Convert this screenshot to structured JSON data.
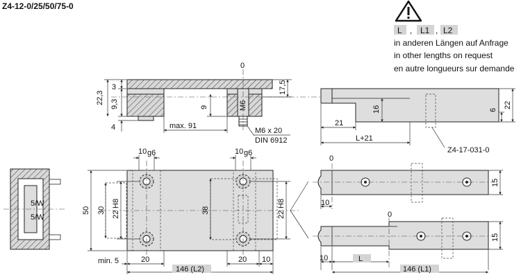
{
  "title": "Z4-12-0/25/50/75-0",
  "warning": {
    "icon": "warning-triangle-icon",
    "tags": [
      "L",
      "L1",
      "L2"
    ],
    "separators": [
      ",",
      ","
    ],
    "lines": [
      "in anderen Längen auf Anfrage",
      "in other lengths on request",
      "en autre longueurs sur demande"
    ]
  },
  "section_view": {
    "dims": {
      "zero": "0",
      "d3": "3",
      "d22_3": "22,3",
      "d9_3": "9,3",
      "d4": "4",
      "d9": "9",
      "d17_5": "17,5",
      "max91": "max. 91"
    },
    "screw": [
      "M6 x 20",
      "DIN 6912"
    ],
    "thread": "M6"
  },
  "side_view": {
    "dims": {
      "d16": "16",
      "d21": "21",
      "l21": "L+21",
      "d6": "6",
      "d22": "22"
    },
    "ref": "Z4-17-031-0"
  },
  "plan_view": {
    "dims": {
      "d10a": "10",
      "g6a": "g6",
      "d10b": "10",
      "g6b": "g6",
      "d50": "50",
      "d30": "30",
      "d22a": "22",
      "h8a": "H8",
      "d38": "38",
      "d22b": "22",
      "h8b": "H8",
      "min5": "min. 5",
      "d20a": "20",
      "d20b": "20",
      "d10c": "10",
      "d146l2": "146 (L2)"
    }
  },
  "bars": {
    "top": {
      "zero": "0",
      "d10": "10",
      "d15": "15"
    },
    "bottom": {
      "zero": "0",
      "d10": "10",
      "L": "L",
      "d146l1": "146 (L1)",
      "d15": "15"
    }
  },
  "left_view": {
    "marks": [
      "5/W",
      "5/W"
    ]
  }
}
